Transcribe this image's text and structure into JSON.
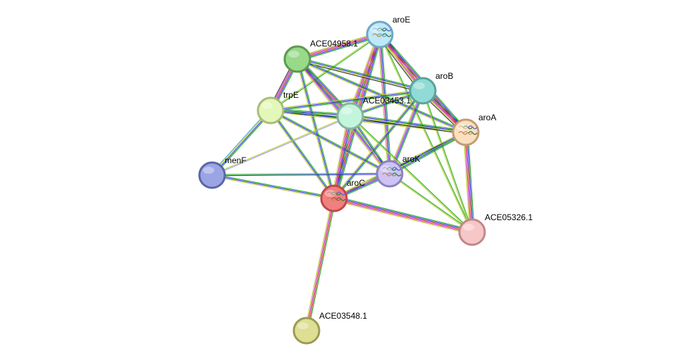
{
  "nodes": [
    {
      "id": "aroE",
      "label": "aroE",
      "fill": "#bde9fa",
      "stroke": "#6ea7c3",
      "structure": true
    },
    {
      "id": "ACE04958.1",
      "label": "ACE04958.1",
      "fill": "#98d98a",
      "stroke": "#5c9a50",
      "structure": false
    },
    {
      "id": "aroB",
      "label": "aroB",
      "fill": "#90dbd5",
      "stroke": "#5aa39c",
      "structure": false
    },
    {
      "id": "trpE",
      "label": "trpE",
      "fill": "#e3f7b8",
      "stroke": "#a9bd79",
      "structure": false
    },
    {
      "id": "ACE03453.1",
      "label": "ACE03453.1",
      "fill": "#c3f5dc",
      "stroke": "#84b49e",
      "structure": false
    },
    {
      "id": "aroA",
      "label": "aroA",
      "fill": "#fae0c0",
      "stroke": "#c49b73",
      "structure": true
    },
    {
      "id": "menF",
      "label": "menF",
      "fill": "#9ca5e4",
      "stroke": "#5b66a8",
      "structure": false
    },
    {
      "id": "aroK",
      "label": "aroK",
      "fill": "#cdc3f5",
      "stroke": "#8b82bd",
      "structure": true
    },
    {
      "id": "aroC",
      "label": "aroC",
      "fill": "#f08080",
      "stroke": "#c04848",
      "structure": true
    },
    {
      "id": "ACE05326.1",
      "label": "ACE05326.1",
      "fill": "#f7c7c7",
      "stroke": "#c08888",
      "structure": false
    },
    {
      "id": "ACE03548.1",
      "label": "ACE03548.1",
      "fill": "#dede94",
      "stroke": "#9c9c52",
      "structure": false
    }
  ],
  "edges": [
    {
      "source": "aroE",
      "target": "ACE04958.1",
      "colors": [
        "#22aa22",
        "#3333ee",
        "#dd3333",
        "#cc33cc",
        "#bbcc33"
      ]
    },
    {
      "source": "aroE",
      "target": "aroB",
      "colors": [
        "#22aa22",
        "#3333ee",
        "#dd3333",
        "#cc33cc",
        "#bbcc33",
        "#333333"
      ]
    },
    {
      "source": "aroE",
      "target": "trpE",
      "colors": [
        "#22aa22",
        "#bbcc33"
      ]
    },
    {
      "source": "aroE",
      "target": "ACE03453.1",
      "colors": [
        "#22aa22",
        "#3333ee",
        "#dd3333",
        "#cc33cc",
        "#bbcc33"
      ]
    },
    {
      "source": "aroE",
      "target": "aroA",
      "colors": [
        "#22aa22",
        "#3333ee",
        "#dd3333",
        "#cc33cc",
        "#bbcc33"
      ]
    },
    {
      "source": "aroE",
      "target": "aroK",
      "colors": [
        "#22aa22",
        "#3333ee",
        "#cc33cc",
        "#bbcc33"
      ]
    },
    {
      "source": "aroE",
      "target": "aroC",
      "colors": [
        "#22aa22",
        "#3333ee",
        "#dd3333",
        "#cc33cc",
        "#bbcc33"
      ]
    },
    {
      "source": "aroE",
      "target": "ACE05326.1",
      "colors": [
        "#22aa22",
        "#bbcc33"
      ]
    },
    {
      "source": "ACE04958.1",
      "target": "aroB",
      "colors": [
        "#22aa22",
        "#3333ee",
        "#bbcc33",
        "#333333"
      ]
    },
    {
      "source": "ACE04958.1",
      "target": "trpE",
      "colors": [
        "#22aa22",
        "#3333ee",
        "#dd3333",
        "#cc33cc",
        "#333333"
      ]
    },
    {
      "source": "ACE04958.1",
      "target": "ACE03453.1",
      "colors": [
        "#22aa22",
        "#3333ee",
        "#dd3333",
        "#cc33cc",
        "#bbcc33"
      ]
    },
    {
      "source": "ACE04958.1",
      "target": "aroA",
      "colors": [
        "#22aa22",
        "#3333ee",
        "#bbcc33"
      ]
    },
    {
      "source": "ACE04958.1",
      "target": "aroK",
      "colors": [
        "#22aa22",
        "#3333ee",
        "#cc33cc",
        "#bbcc33"
      ]
    },
    {
      "source": "ACE04958.1",
      "target": "aroC",
      "colors": [
        "#22aa22",
        "#3333ee",
        "#bbcc33"
      ]
    },
    {
      "source": "aroB",
      "target": "trpE",
      "colors": [
        "#22aa22",
        "#3333ee",
        "#bbcc33"
      ]
    },
    {
      "source": "aroB",
      "target": "ACE03453.1",
      "colors": [
        "#22aa22",
        "#3333ee",
        "#bbcc33"
      ]
    },
    {
      "source": "aroB",
      "target": "aroA",
      "colors": [
        "#22aa22",
        "#3333ee",
        "#dd3333",
        "#cc33cc",
        "#bbcc33",
        "#333333"
      ]
    },
    {
      "source": "aroB",
      "target": "aroK",
      "colors": [
        "#22aa22",
        "#3333ee",
        "#cc33cc",
        "#bbcc33"
      ]
    },
    {
      "source": "aroB",
      "target": "aroC",
      "colors": [
        "#22aa22",
        "#3333ee",
        "#bbcc33"
      ]
    },
    {
      "source": "aroB",
      "target": "ACE05326.1",
      "colors": [
        "#22aa22",
        "#bbcc33"
      ]
    },
    {
      "source": "trpE",
      "target": "ACE03453.1",
      "colors": [
        "#22aa22",
        "#3333ee",
        "#bbcc33",
        "#333333"
      ]
    },
    {
      "source": "trpE",
      "target": "aroA",
      "colors": [
        "#22aa22",
        "#3333ee",
        "#bbcc33"
      ]
    },
    {
      "source": "trpE",
      "target": "menF",
      "colors": [
        "#22aa22",
        "#3333ee",
        "#bbcc33",
        "#44aacc"
      ]
    },
    {
      "source": "trpE",
      "target": "aroK",
      "colors": [
        "#22aa22",
        "#3333ee",
        "#bbcc33"
      ]
    },
    {
      "source": "trpE",
      "target": "aroC",
      "colors": [
        "#22aa22",
        "#3333ee",
        "#bbcc33"
      ]
    },
    {
      "source": "ACE03453.1",
      "target": "aroA",
      "colors": [
        "#22aa22",
        "#3333ee",
        "#bbcc33",
        "#333333"
      ]
    },
    {
      "source": "ACE03453.1",
      "target": "menF",
      "colors": [
        "#9999ee",
        "#bbcc33"
      ]
    },
    {
      "source": "ACE03453.1",
      "target": "aroK",
      "colors": [
        "#22aa22",
        "#3333ee",
        "#bbcc33"
      ]
    },
    {
      "source": "ACE03453.1",
      "target": "aroC",
      "colors": [
        "#22aa22",
        "#3333ee",
        "#dd3333",
        "#cc33cc",
        "#bbcc33"
      ]
    },
    {
      "source": "ACE03453.1",
      "target": "ACE05326.1",
      "colors": [
        "#22aa22",
        "#bbcc33"
      ]
    },
    {
      "source": "aroA",
      "target": "aroK",
      "colors": [
        "#22aa22",
        "#3333ee",
        "#bbcc33",
        "#333333"
      ]
    },
    {
      "source": "aroA",
      "target": "aroC",
      "colors": [
        "#22aa22",
        "#3333ee",
        "#bbcc33"
      ]
    },
    {
      "source": "aroA",
      "target": "ACE05326.1",
      "colors": [
        "#22aa22",
        "#3333ee",
        "#dd3333",
        "#cc33cc",
        "#bbcc33"
      ]
    },
    {
      "source": "menF",
      "target": "aroK",
      "colors": [
        "#22aa22",
        "#3333ee"
      ]
    },
    {
      "source": "menF",
      "target": "aroC",
      "colors": [
        "#22aa22",
        "#3333ee",
        "#bbcc33"
      ]
    },
    {
      "source": "aroK",
      "target": "aroC",
      "colors": [
        "#22aa22",
        "#3333ee",
        "#cc33cc",
        "#bbcc33"
      ]
    },
    {
      "source": "aroK",
      "target": "ACE05326.1",
      "colors": [
        "#22aa22",
        "#bbcc33"
      ]
    },
    {
      "source": "aroC",
      "target": "ACE05326.1",
      "colors": [
        "#22aa22",
        "#3333ee",
        "#dd3333",
        "#cc33cc",
        "#bbcc33"
      ]
    },
    {
      "source": "aroC",
      "target": "ACE03548.1",
      "colors": [
        "#22aa22",
        "#dd3333",
        "#cc33cc",
        "#bbcc33"
      ]
    }
  ]
}
